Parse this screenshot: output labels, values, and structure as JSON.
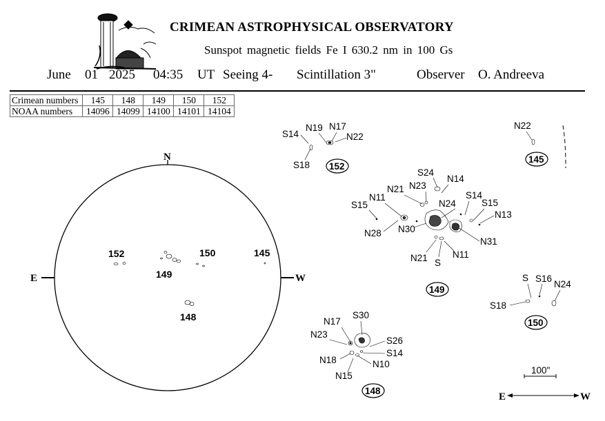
{
  "header": {
    "observatory": "CRIMEAN ASTROPHYSICAL OBSERVATORY",
    "subtitle": "Sunspot  magnetic  fields  Fe I 630.2 nm in 100 Gs",
    "month": "June",
    "day": "01",
    "year": "2025",
    "time": "04:35",
    "ut": "UT",
    "seeing": "Seeing 4-",
    "scintillation": "Scintillation  3\"",
    "observer_label": "Observer",
    "observer_name": "O. Andreeva"
  },
  "table": {
    "row1_label": "Crimean numbers",
    "row2_label": "NOAA numbers",
    "crimean": [
      "145",
      "148",
      "149",
      "150",
      "152"
    ],
    "noaa": [
      "14096",
      "14099",
      "14100",
      "14101",
      "14104"
    ]
  },
  "disk": {
    "north": "N",
    "east": "E",
    "west": "W",
    "regions": [
      "152",
      "150",
      "145",
      "149",
      "148"
    ]
  },
  "region_152": {
    "id": "152",
    "labels": [
      "S14",
      "N19",
      "N17",
      "N22",
      "S18"
    ]
  },
  "region_145": {
    "id": "145",
    "labels": [
      "N22"
    ]
  },
  "region_149": {
    "id": "149",
    "labels": [
      "S24",
      "N14",
      "N21",
      "N23",
      "N11",
      "S15",
      "N24",
      "S14",
      "S15",
      "N13",
      "N28",
      "N30",
      "N31",
      "N21",
      "S",
      "N11"
    ]
  },
  "region_150": {
    "id": "150",
    "labels": [
      "S",
      "S16",
      "N24",
      "S18"
    ]
  },
  "region_148": {
    "id": "148",
    "labels": [
      "S30",
      "N17",
      "N23",
      "S26",
      "S14",
      "N18",
      "N10",
      "N15"
    ]
  },
  "scale": {
    "label": "100\""
  },
  "orientation": {
    "east": "E",
    "west": "W"
  }
}
